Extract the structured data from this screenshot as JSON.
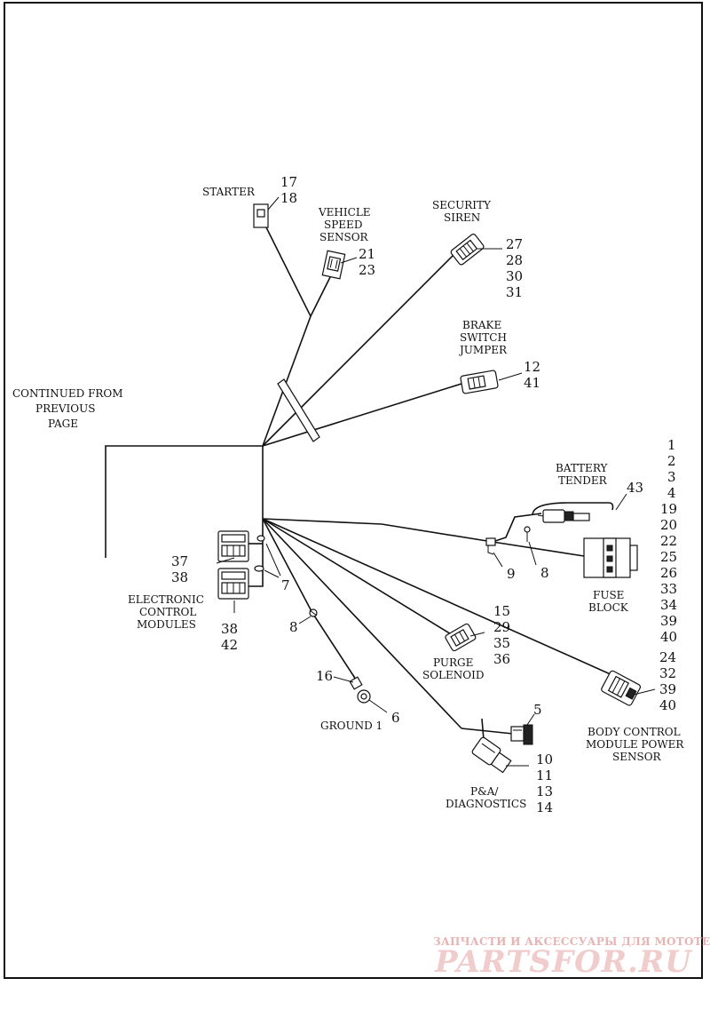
{
  "labels": {
    "starter": "STARTER",
    "vss_1": "VEHICLE",
    "vss_2": "SPEED",
    "vss_3": "SENSOR",
    "siren_1": "SECURITY",
    "siren_2": "SIREN",
    "brake_1": "BRAKE",
    "brake_2": "SWITCH",
    "brake_3": "JUMPER",
    "continued_1": "CONTINUED FROM",
    "continued_2": "PREVIOUS",
    "continued_3": "PAGE",
    "tender_1": "BATTERY",
    "tender_2": "TENDER",
    "fuse_1": "FUSE",
    "fuse_2": "BLOCK",
    "ecm_1": "ELECTRONIC",
    "ecm_2": "CONTROL",
    "ecm_3": "MODULES",
    "purge_1": "PURGE",
    "purge_2": "SOLENOID",
    "ground": "GROUND 1",
    "bcm_1": "BODY CONTROL",
    "bcm_2": "MODULE POWER",
    "bcm_3": "SENSOR",
    "pa_1": "P&A/",
    "pa_2": "DIAGNOSTICS"
  },
  "callouts": {
    "starter": [
      "17",
      "18"
    ],
    "vss": [
      "21",
      "23"
    ],
    "siren": [
      "27",
      "28",
      "30",
      "31"
    ],
    "brake": [
      "12",
      "41"
    ],
    "fuse_block": [
      "1",
      "2",
      "3",
      "4",
      "19",
      "20",
      "22",
      "25",
      "26",
      "33",
      "34",
      "39",
      "40"
    ],
    "tender": "43",
    "clip_9": "9",
    "clip_8_right": "8",
    "ecm_upper": [
      "37",
      "38"
    ],
    "ecm_lower": [
      "38",
      "42"
    ],
    "ties_7": "7",
    "clip_8_left": "8",
    "purge": [
      "15",
      "29",
      "35",
      "36"
    ],
    "ground_ring_16": "16",
    "ground_ring_6": "6",
    "pa_5": "5",
    "pa": [
      "10",
      "11",
      "13",
      "14"
    ],
    "bcm": [
      "24",
      "32",
      "39",
      "40"
    ]
  },
  "watermark": {
    "line1": "ЗАПЧАСТИ И АКСЕССУАРЫ ДЛЯ МОТОТЕХНИКИ",
    "line2": "PARTSFOR.RU"
  }
}
